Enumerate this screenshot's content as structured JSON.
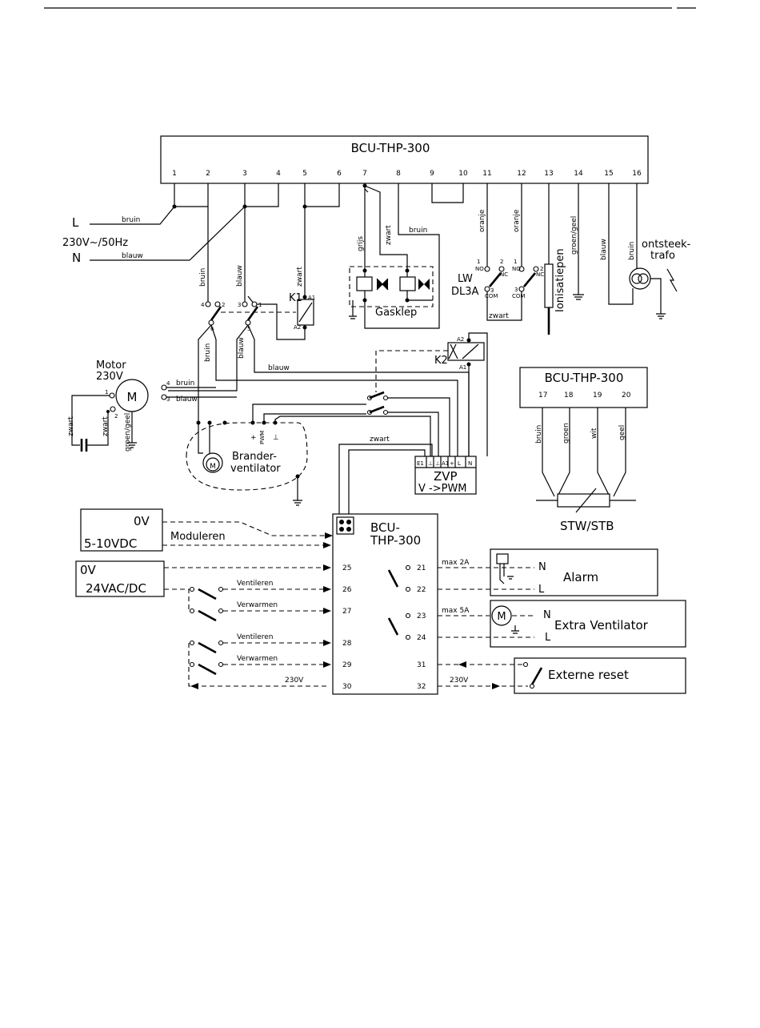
{
  "main_unit": {
    "title": "BCU-THP-300",
    "terminals": [
      "1",
      "2",
      "3",
      "4",
      "5",
      "6",
      "7",
      "8",
      "9",
      "10",
      "11",
      "12",
      "13",
      "14",
      "15",
      "16"
    ]
  },
  "supply": {
    "l": "L",
    "n": "N",
    "voltage": "230V~/50Hz",
    "l_wire": "bruin",
    "n_wire": "blauw"
  },
  "wires": {
    "bruin": "bruin",
    "blauw": "blauw",
    "zwart": "zwart",
    "grijs": "grijs",
    "oranje": "oranje",
    "groen_geel": "groen/geel",
    "groen": "groen",
    "wit": "wit",
    "geel": "geel"
  },
  "relay_k1": {
    "label": "K1",
    "a1": "A1",
    "a2": "A2",
    "contacts": [
      "4",
      "2",
      "6",
      "3",
      "1",
      "5"
    ]
  },
  "relay_k2": {
    "label": "K2",
    "a1": "A1",
    "a2": "A2"
  },
  "gasklep": {
    "label": "Gasklep"
  },
  "lw": {
    "label": "LW",
    "model": "DL3A",
    "no": "NO",
    "nc": "NC",
    "com": "COM",
    "pins": [
      "1",
      "2",
      "3",
      "1",
      "2",
      "3"
    ]
  },
  "ionisatie": {
    "label": "Ionisatiepen"
  },
  "trafo": {
    "label": "ontsteek-",
    "label2": "trafo"
  },
  "motor": {
    "label": "Motor",
    "voltage": "230V",
    "symbol": "M",
    "pins": [
      "1",
      "2",
      "3",
      "4"
    ]
  },
  "brander": {
    "label": "Brander-",
    "label2": "ventilator",
    "symbol": "M",
    "pins": [
      "+",
      "PWM",
      "⊥"
    ]
  },
  "zvp": {
    "label": "ZVP",
    "sub": "V ->PWM",
    "terminals": [
      "E1",
      "⊥",
      "⊥",
      "A1",
      "+",
      "L",
      "N"
    ]
  },
  "sensor_unit": {
    "title": "BCU-THP-300",
    "terminals": [
      "17",
      "18",
      "19",
      "20"
    ],
    "sensor": "STW/STB"
  },
  "lower_unit": {
    "title1": "BCU-",
    "title2": "THP-300",
    "left_terminals": [
      "25",
      "26",
      "27",
      "28",
      "29",
      "30"
    ],
    "right_terminals": [
      "21",
      "22",
      "23",
      "24",
      "31",
      "32"
    ]
  },
  "inputs": {
    "box1_0v": "0V",
    "box1_range": "5-10VDC",
    "moduleren": "Moduleren",
    "box2_0v": "0V",
    "box2_range": "24VAC/DC",
    "ventileren": "Ventileren",
    "verwarmen": "Verwarmen",
    "v230": "230V"
  },
  "outputs": {
    "max2a": "max 2A",
    "max5a": "max 5A",
    "n": "N",
    "l": "L",
    "alarm": "Alarm",
    "extra_vent": "Extra Ventilator",
    "motor_symbol": "M",
    "reset": "Externe reset"
  }
}
